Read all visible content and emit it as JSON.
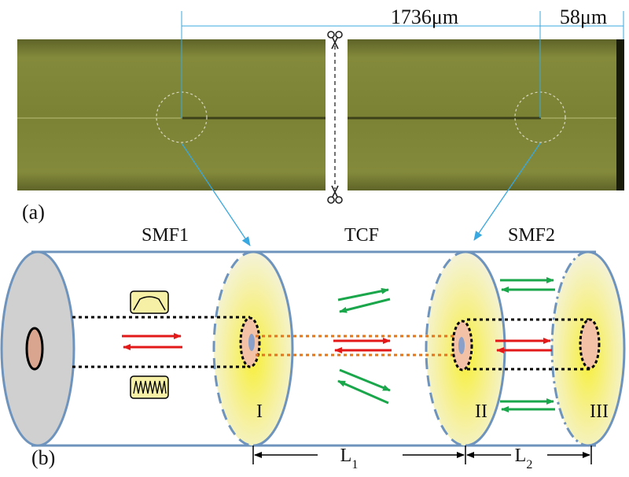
{
  "panel_a": {
    "label": "(a)",
    "dim_long": "1736μm",
    "dim_short": "58μm"
  },
  "panel_b": {
    "label": "(b)",
    "smf1": "SMF1",
    "tcf": "TCF",
    "smf2": "SMF2",
    "interface_1": "I",
    "interface_2": "II",
    "interface_3": "III",
    "l1_main": "L",
    "l1_sub": "1",
    "l2_main": "L",
    "l2_sub": "2"
  },
  "colors": {
    "fiber_bg": "#7c8234",
    "fiber_dark": "#4e5320",
    "cylinder_edge": "#6e94bd",
    "end_face": "#d0d0d0",
    "glow_yellow": "#f7ef3a",
    "arrow_red": "#e31919",
    "arrow_green": "#1aa64a",
    "tcf_dotted": "#e0761e",
    "pointer_blue": "#39a8e0",
    "icon_fill": "#f5f0a6"
  },
  "icons": [
    "scissors-icon",
    "broadband-spectrum-icon",
    "interference-spectrum-icon"
  ]
}
